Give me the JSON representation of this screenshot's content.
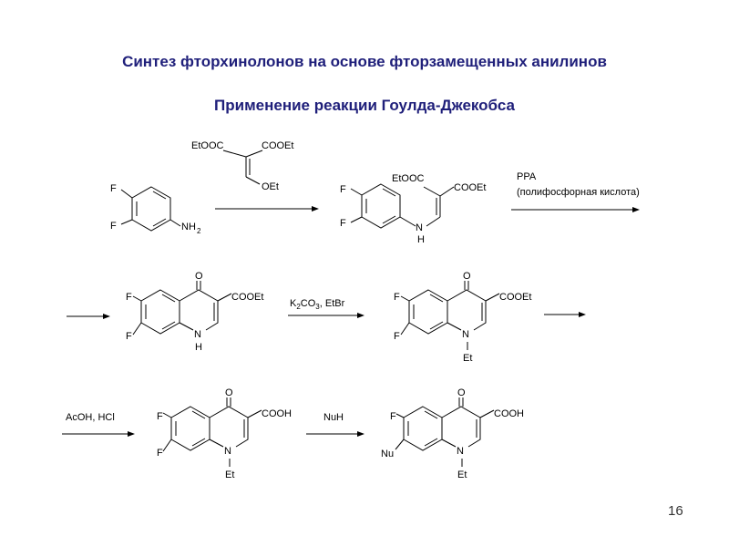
{
  "title": "Синтез фторхинолонов на основе фторзамещенных анилинов",
  "subtitle": "Применение реакции Гоулда-Джекобса",
  "page_number": "16",
  "labels": {
    "F": "F",
    "NH2_N": "NH",
    "NH2_2": "2",
    "EtOOC": "EtOOC",
    "COOEt": "COOEt",
    "OEt": "OEt",
    "N": "N",
    "H": "H",
    "O": "O",
    "Et": "Et",
    "COOH": "COOH",
    "Nu": "Nu"
  },
  "reagents": {
    "ppa": "PPA",
    "ppa_name": "(полифосфорная кислота)",
    "k2co3_K": "K",
    "k2co3_2": "2",
    "k2co3_CO": "CO",
    "k2co3_3": "3",
    "k2co3_rest": ", EtBr",
    "acid": "AcOH, HCl",
    "nuh": "NuH"
  }
}
